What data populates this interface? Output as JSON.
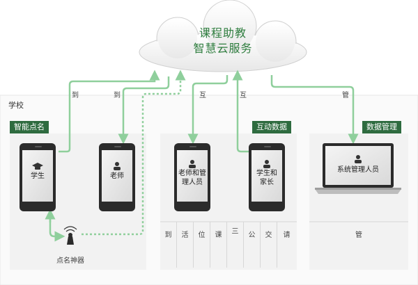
{
  "cloud": {
    "line1": "课程助教",
    "line2": "智慧云服务"
  },
  "school": {
    "label": "学校"
  },
  "sections": {
    "attendance": {
      "tag": "智能点名"
    },
    "interaction": {
      "tag": "互动数据"
    },
    "management": {
      "tag": "数据管理"
    }
  },
  "devices": {
    "student": "学生",
    "teacher": "老师",
    "teacher_admin": "老师和管理人员",
    "student_parent": "学生和家长",
    "admin": "系统管理人员",
    "reader": "点名神器"
  },
  "arrow_labels": {
    "a1": "到",
    "a2": "到",
    "b1": "互",
    "b2": "互",
    "c1": "管"
  },
  "interaction_cells": [
    "到",
    "活",
    "位",
    "课",
    "三",
    "公",
    "交",
    "请"
  ],
  "management_cell": "管",
  "colors": {
    "accent": "#2e6b3f",
    "arrow": "#8fcf9c",
    "panel": "#f2f2f2",
    "cloud_text": "#2e7d3e"
  }
}
